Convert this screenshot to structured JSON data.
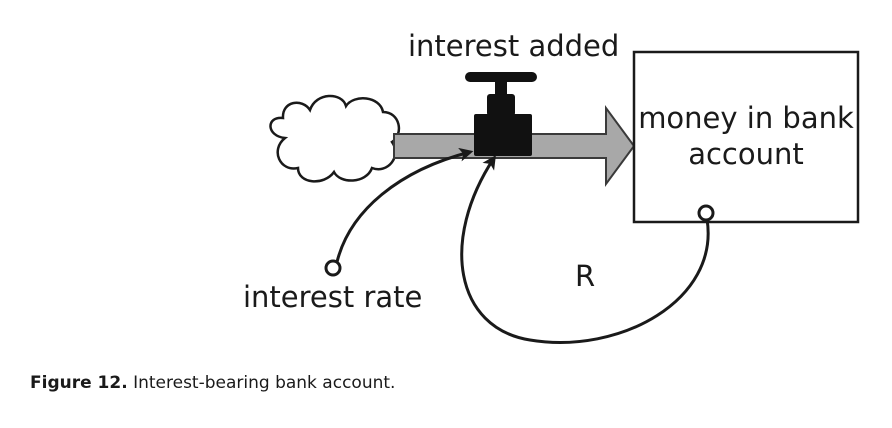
{
  "diagram": {
    "flow_label": "interest added",
    "stock_label": "money in bank account",
    "auxiliary_label": "interest rate",
    "loop_label": "R"
  },
  "caption": {
    "number": "Figure 12.",
    "text": "Interest-bearing bank account."
  },
  "colors": {
    "line": "#1a1a1a",
    "pipe_fill": "#a8a8a8",
    "pipe_stroke": "#3a3a3a",
    "valve": "#111111",
    "background": "#ffffff"
  }
}
